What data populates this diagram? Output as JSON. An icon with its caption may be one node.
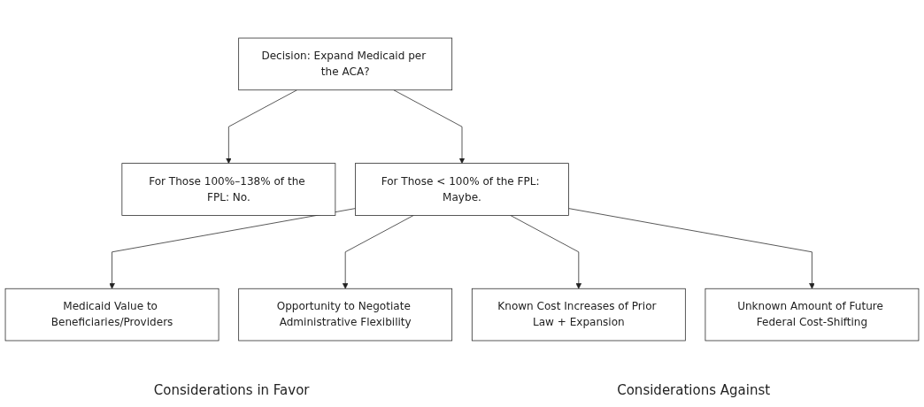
{
  "diagram": {
    "nodes": [
      {
        "text": [
          "Decision: Expand Medicaid per the ACA?"
        ]
      },
      {
        "text": [
          "For Those 100%–138% of the FPL: No."
        ]
      },
      {
        "text": [
          "For Those < 100% of the FPL: Maybe."
        ]
      },
      {
        "text": [
          "Medicaid Value to Beneficiaries/Providers"
        ]
      },
      {
        "text": [
          "Opportunity to Negotiate Administrative Flexibility"
        ]
      },
      {
        "text": [
          "Known Cost Increases of Prior Law + Expansion"
        ]
      },
      {
        "text": [
          "Unknown Amount of Future Federal Cost-Shifting"
        ]
      }
    ],
    "edges": [
      {
        "from": 0,
        "to": 1,
        "arrow": "to"
      },
      {
        "from": 0,
        "to": 2,
        "arrow": "to"
      },
      {
        "from": 2,
        "to": 3,
        "arrow": "to"
      },
      {
        "from": 2,
        "to": 4,
        "arrow": "to"
      },
      {
        "from": 2,
        "to": 5,
        "arrow": "to"
      },
      {
        "from": 2,
        "to": 6,
        "arrow": "to"
      }
    ],
    "labels": [
      "Considerations in Favor",
      "Considerations Against"
    ]
  }
}
